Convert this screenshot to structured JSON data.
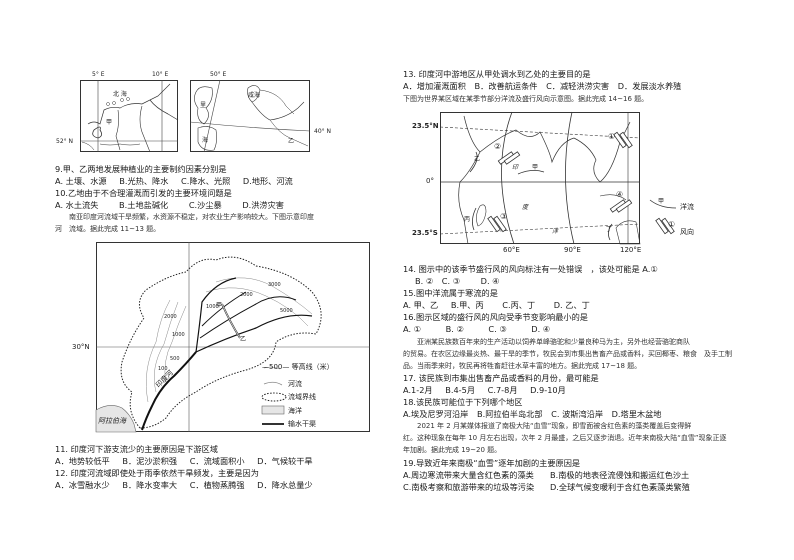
{
  "left_column": {
    "europe_maps": {
      "map1": {
        "lon_labels": [
          "5° E",
          "10° E"
        ],
        "lat_label": "52° N",
        "sea_label": "北 海",
        "place_label": "甲"
      },
      "map2": {
        "lon_label": "50° E",
        "lat_label": "40° N",
        "sea_labels": [
          "里",
          "海",
          "咸海"
        ],
        "place_label": "乙"
      }
    },
    "q9": {
      "stem": "9.甲、乙两地发展种植业的主要制约因素分别是",
      "options": [
        "A. 土壤、水源",
        "B.光热、降水",
        "C.降水、光照",
        "D.地形、河流"
      ]
    },
    "q10": {
      "stem": "10.乙地由于不合理灌溉而引发的主要环境问题是",
      "options": [
        "A. 水土流失",
        "B.土地盐碱化",
        "C.沙尘暴",
        "D.洪涝灾害"
      ]
    },
    "passage_11_13": {
      "line1": "　　南亚印度河流域干旱频繁，水资源不稳定，对农业生产影响较大。下图示意印度",
      "line2": "河　流域。据此完成 11~13 题。"
    },
    "indus_map": {
      "lat_label": "30°N",
      "sea_label": "阿拉伯海",
      "river_label": "印度河",
      "place_labels": [
        "甲",
        "乙"
      ],
      "contour_labels": [
        "100",
        "500",
        "1000",
        "2000",
        "1000",
        "2000",
        "3000",
        "5000",
        "1000",
        "2000"
      ],
      "legend": [
        {
          "symbol": "contour",
          "label": "—500— 等高线（米）"
        },
        {
          "symbol": "river",
          "label": "河流"
        },
        {
          "symbol": "basin-boundary",
          "label": "流域界线"
        },
        {
          "symbol": "ocean",
          "label": "海洋"
        },
        {
          "symbol": "canal",
          "label": "输水干渠"
        }
      ]
    },
    "q11": {
      "stem": "11.  印度河下游支流少的主要原因是下游区域",
      "options": [
        "A．地势较低平",
        "B．泥沙淤积强",
        "C．流域面积小",
        "D．气候较干旱"
      ]
    },
    "q12": {
      "stem": "12.  印度河流域即使处于雨季依然干旱频发，主要是因为",
      "options": [
        "A．冰雪融水少",
        "B．降水变率大",
        "C．植物蒸腾强",
        "D．降水总量少"
      ]
    }
  },
  "right_column": {
    "q13": {
      "stem": "13.  印度河中游地区从甲处调水到乙处的主要目的是",
      "options": [
        "A．增加灌溉面积",
        "B．改善航运条件",
        "C．减轻洪涝灾害",
        "D．发展淡水养殖"
      ]
    },
    "passage_14_16": "下图为世界某区域在某季节部分洋流及盛行风向示意图。据此完成 14~16 题。",
    "ocean_map": {
      "lat_labels": [
        "23.5°N",
        "0°",
        "23.5°S"
      ],
      "lon_labels": [
        "60°E",
        "90°E",
        "120°E"
      ],
      "ocean_chars": [
        "印",
        "度",
        "洋"
      ],
      "current_labels": [
        "甲",
        "乙",
        "丙",
        "丁"
      ],
      "wind_markers": [
        "①",
        "②",
        "③",
        "④"
      ],
      "legend": [
        {
          "symbol": "current",
          "marker": "甲",
          "label": "洋流"
        },
        {
          "symbol": "wind",
          "marker": "①",
          "label": "风向"
        }
      ]
    },
    "q14": {
      "stem": "14. 图示中的该季节盛行风的风向标注有一处错误　，该处可能是 A.①",
      "options": [
        "B. ②",
        "C. ③",
        "D. ④"
      ]
    },
    "q15": {
      "stem": "15.图中洋流属于寒流的是",
      "options": [
        "A. 甲、乙",
        "B.甲、丙",
        "C.丙、丁",
        "D. 乙、丁"
      ]
    },
    "q16": {
      "stem": "16.图示区域的盛行风的风向受季节变影响最小的是",
      "options": [
        "A. ①",
        "B. ②",
        "C. ③",
        "D. ④"
      ]
    },
    "passage_17_18": {
      "line1": "　　亚洲某民族数百年来的生产活动以饲养单峰骆驼和少量良种马为主，另外也经营骆驼商队",
      "line2": "的贸易。在农区边缘最炎热、最干旱的季节，牧民会到市集出售畜产品或香料，买回椰枣、粮食　及手工制",
      "line3": "品。当雨季来时，牧民再将牲畜赶往水草丰富的地方。据此完成 17~18 题。"
    },
    "q17": {
      "stem": "17. 该民族到市集出售畜产品或香料的月份，最可能是",
      "options": [
        "A.1-2月",
        "B.4-5月",
        "C.7-8月",
        "D.9-10月"
      ]
    },
    "q18": {
      "stem": "18.该民族可能位于下列哪个地区",
      "options": [
        "A.埃及尼罗河沿岸",
        "B.阿拉伯半岛北部",
        "C. 波斯湾沿岸",
        "D.塔里木盆地"
      ]
    },
    "passage_19_20": {
      "line1": "　　2021 年 2 月某媒体报道了南极大陆“血雪”现象，即雪面被含红色素的藻类覆盖后变得鲜",
      "line2": "红。这种现象在每年 10 月左右出现，次年 2 月最盛，之后又逐步消退。近年来南极大陆“血雪”现象正逐",
      "line3": "年加剧。据此完成 19~20 题。"
    },
    "q19": {
      "stem": "19.导致近年来南极“血雪”逐年加剧的主要原因是",
      "options": [
        "A.周边寒流带来大量含红色素的藻类",
        "B.南极的地表径流侵蚀和搬运红色沙土",
        "C.南极考察和旅游带来的垃圾等污染",
        "D.全球气候变暖利于含红色素藻类繁殖"
      ]
    }
  }
}
